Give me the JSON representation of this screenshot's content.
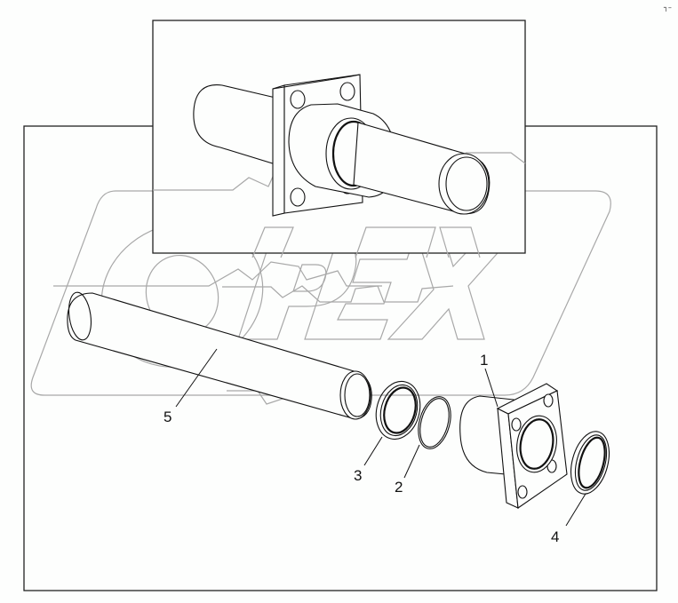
{
  "diagram": {
    "type": "exploded-parts-diagram",
    "watermark": "OPEX",
    "corner_mark": "┐–",
    "inset": {
      "description": "assembled view of flanged bushing with pin"
    },
    "callouts": [
      {
        "id": "1",
        "label": "1",
        "part": "flanged housing"
      },
      {
        "id": "2",
        "label": "2",
        "part": "o-ring"
      },
      {
        "id": "3",
        "label": "3",
        "part": "seal"
      },
      {
        "id": "4",
        "label": "4",
        "part": "seal"
      },
      {
        "id": "5",
        "label": "5",
        "part": "pin"
      }
    ]
  }
}
